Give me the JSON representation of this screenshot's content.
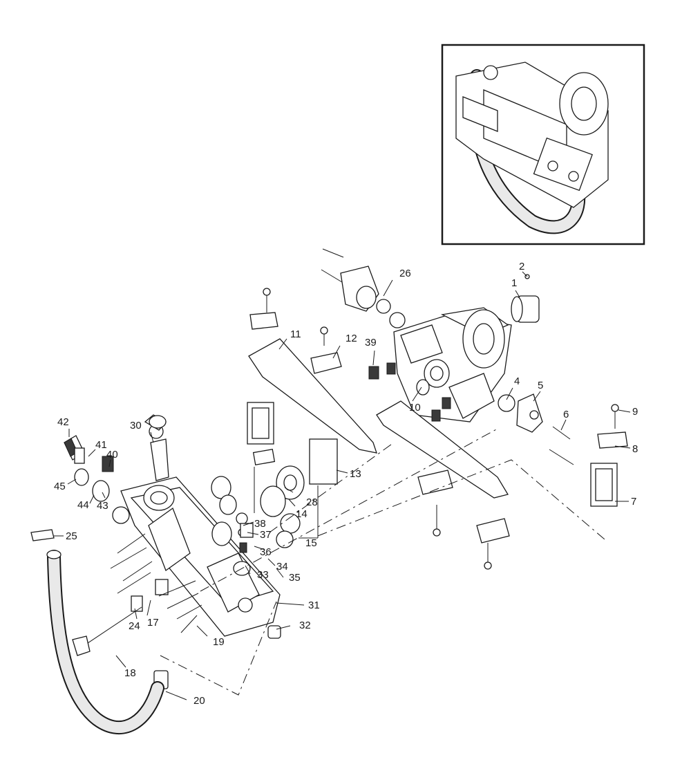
{
  "diagram": {
    "callouts": [
      "1",
      "2",
      "4",
      "5",
      "6",
      "7",
      "8",
      "9",
      "10",
      "11",
      "12",
      "13",
      "14",
      "15",
      "17",
      "18",
      "19",
      "20",
      "24",
      "25",
      "26",
      "28",
      "30",
      "31",
      "32",
      "33",
      "34",
      "35",
      "36",
      "37",
      "38",
      "39",
      "40",
      "41",
      "42",
      "43",
      "44",
      "45"
    ]
  },
  "colors": {
    "line": "#1a1a1a",
    "background": "#ffffff"
  }
}
